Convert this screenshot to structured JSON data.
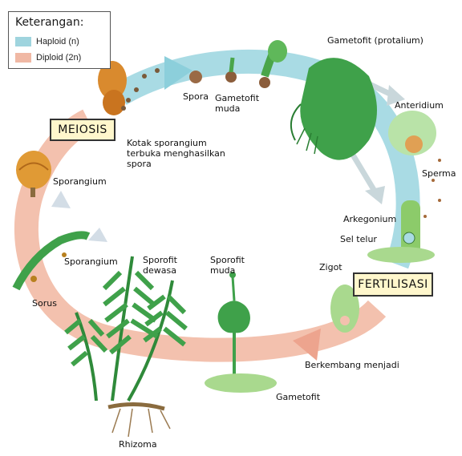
{
  "legend": {
    "title": "Keterangan:",
    "items": [
      {
        "label": "Haploid (n)",
        "color": "#9fd4de"
      },
      {
        "label": "Diploid (2n)",
        "color": "#f0b8a4"
      }
    ]
  },
  "stages": {
    "meiosis": "MEIOSIS",
    "fertilization": "FERTILISASI"
  },
  "labels": {
    "gametophyte": "Gametofit (protalium)",
    "spore": "Spora",
    "young_gametophyte": "Gametofit\nmuda",
    "antheridium": "Anteridium",
    "sperm": "Sperma",
    "open_sporangium": "Kotak sporangium\nterbuka menghasilkan\nspora",
    "sporangium_top": "Sporangium",
    "archegonium": "Arkegonium",
    "egg_cell": "Sel telur",
    "zygote": "Zigot",
    "sporangium_bottom": "Sporangium",
    "mature_sporophyte": "Sporofit\ndewasa",
    "young_sporophyte": "Sporofit\nmuda",
    "sorus": "Sorus",
    "develops_into": "Berkembang menjadi",
    "gametophyte_bottom": "Gametofit",
    "rhizome": "Rhizoma"
  }
}
